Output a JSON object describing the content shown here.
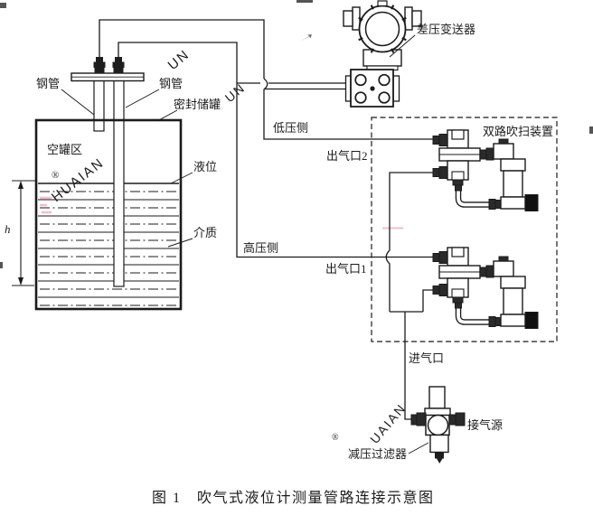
{
  "figure": {
    "caption": "图 1　吹气式液位计测量管路连接示意图",
    "colors": {
      "line": "#1b1b1b",
      "text": "#1b1b1b",
      "watermark_gray": "#9a9a9a",
      "watermark_pink": "#d4607a"
    },
    "tank": {
      "steel_pipe_left": "钢管",
      "steel_pipe_right": "钢管",
      "sealed_tank": "密封储罐",
      "empty_zone": "空罐区",
      "liquid_level": "液位",
      "medium": "介质",
      "dimension_h": "h"
    },
    "transmitter": {
      "label": "差压变送器",
      "low_side": "低压侧",
      "high_side": "高压侧"
    },
    "purge": {
      "box_label": "双路吹扫装置",
      "outlet2": "出气口2",
      "outlet1": "出气口1",
      "inlet": "进气口"
    },
    "supply": {
      "air_source": "接气源",
      "filter": "减压过滤器"
    },
    "watermarks": {
      "w1": "HUAIAN",
      "w2": "UN",
      "w3": "UN",
      "w4": "UAIAN",
      "registered1": "®",
      "registered2": "®"
    }
  }
}
